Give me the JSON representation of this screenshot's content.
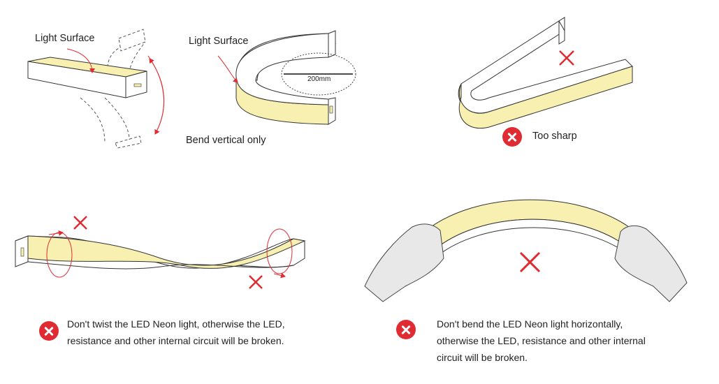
{
  "labels": {
    "light_surface_1": "Light Surface",
    "light_surface_2": "Light Surface",
    "radius": "200mm",
    "bend_vertical": "Bend vertical only",
    "too_sharp": "Too sharp"
  },
  "notes": {
    "twist": [
      "Don't twist the LED Neon light, otherwise the LED,",
      "resistance and other internal circuit will be broken."
    ],
    "bend": [
      "Don't bend the LED Neon light horizontally,",
      "otherwise the LED, resistance and other internal",
      "circuit will be broken."
    ]
  },
  "colors": {
    "light_surface": "#f7f0b0",
    "warning_red": "#e02b32",
    "outline": "#333333",
    "hand": "#e8e8e8"
  },
  "icons": [
    "cross-mark-icon",
    "error-circle-icon",
    "curved-arrow-icon"
  ]
}
